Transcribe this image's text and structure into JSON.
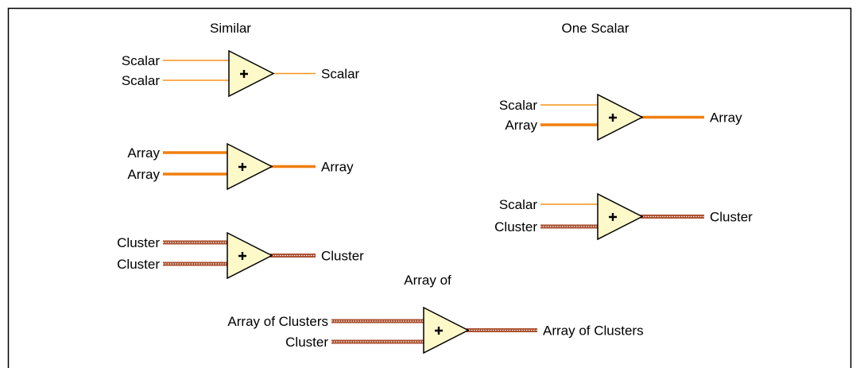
{
  "headings": {
    "similar": "Similar",
    "one_scalar": "One Scalar",
    "array_of": "Array of"
  },
  "colors": {
    "frame": "#000000",
    "scalar_wire": "#f7941d",
    "array_wire": "#f07f0f",
    "cluster_wire_outer": "#a84d2c",
    "cluster_wire_inner": "#ffffff",
    "node_fill": "#fdf9c9",
    "node_stroke": "#000000",
    "text": "#000000"
  },
  "nodes": [
    {
      "id": "scalar-scalar",
      "operator": "+",
      "inputs": [
        {
          "label": "Scalar",
          "wire": "scalar"
        },
        {
          "label": "Scalar",
          "wire": "scalar"
        }
      ],
      "output": {
        "label": "Scalar",
        "wire": "scalar"
      }
    },
    {
      "id": "array-array",
      "operator": "+",
      "inputs": [
        {
          "label": "Array",
          "wire": "array"
        },
        {
          "label": "Array",
          "wire": "array"
        }
      ],
      "output": {
        "label": "Array",
        "wire": "array"
      }
    },
    {
      "id": "cluster-cluster",
      "operator": "+",
      "inputs": [
        {
          "label": "Cluster",
          "wire": "cluster"
        },
        {
          "label": "Cluster",
          "wire": "cluster"
        }
      ],
      "output": {
        "label": "Cluster",
        "wire": "cluster"
      }
    },
    {
      "id": "scalar-array",
      "operator": "+",
      "inputs": [
        {
          "label": "Scalar",
          "wire": "scalar"
        },
        {
          "label": "Array",
          "wire": "array"
        }
      ],
      "output": {
        "label": "Array",
        "wire": "array"
      }
    },
    {
      "id": "scalar-cluster",
      "operator": "+",
      "inputs": [
        {
          "label": "Scalar",
          "wire": "scalar"
        },
        {
          "label": "Cluster",
          "wire": "cluster"
        }
      ],
      "output": {
        "label": "Cluster",
        "wire": "cluster"
      }
    },
    {
      "id": "arrayofclusters-cluster",
      "operator": "+",
      "inputs": [
        {
          "label": "Array of Clusters",
          "wire": "cluster"
        },
        {
          "label": "Cluster",
          "wire": "cluster"
        }
      ],
      "output": {
        "label": "Array of Clusters",
        "wire": "cluster"
      }
    }
  ]
}
